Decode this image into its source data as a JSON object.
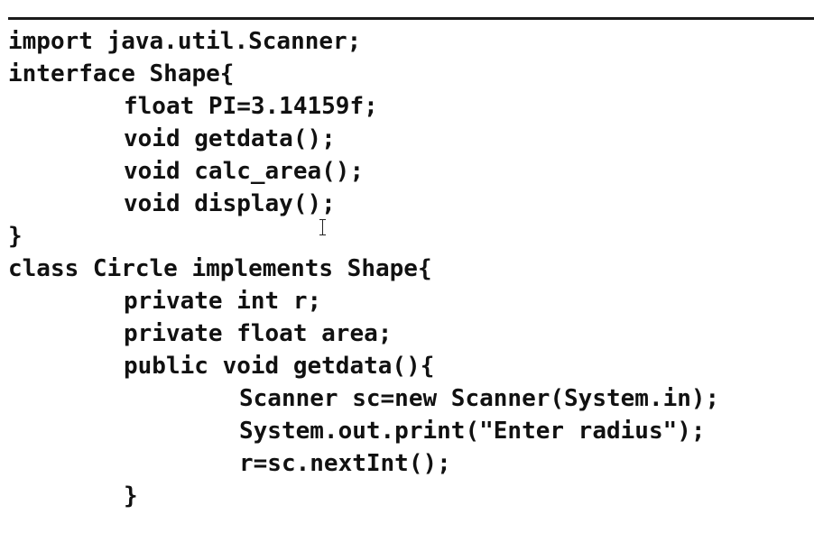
{
  "code_lines": [
    {
      "indent": 0,
      "text": "import java.util.Scanner;"
    },
    {
      "indent": 0,
      "text": "interface Shape{"
    },
    {
      "indent": 1,
      "text": "float PI=3.14159f;"
    },
    {
      "indent": 1,
      "text": "void getdata();"
    },
    {
      "indent": 1,
      "text": "void calc_area();"
    },
    {
      "indent": 1,
      "text": "void display();"
    },
    {
      "indent": 0,
      "text": "}"
    },
    {
      "indent": 0,
      "text": "class Circle implements Shape{"
    },
    {
      "indent": 1,
      "text": "private int r;"
    },
    {
      "indent": 1,
      "text": "private float area;"
    },
    {
      "indent": 1,
      "text": "public void getdata(){"
    },
    {
      "indent": 2,
      "text": "Scanner sc=new Scanner(System.in);"
    },
    {
      "indent": 2,
      "text": "System.out.print(\"Enter radius\");"
    },
    {
      "indent": 2,
      "text": "r=sc.nextInt();"
    },
    {
      "indent": 1,
      "text": "}"
    }
  ],
  "cursor_icon": "ibeam-cursor-icon"
}
